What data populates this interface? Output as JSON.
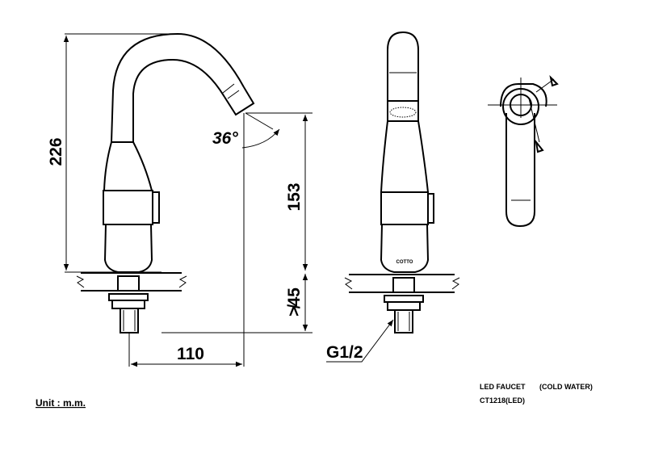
{
  "dimensions": {
    "overall_height": "226",
    "spout_height": "153",
    "max_deck_thickness": "≯45",
    "reach": "110",
    "spout_angle": "36°",
    "thread": "G1/2"
  },
  "product": {
    "name": "LED FAUCET",
    "water_type": "(COLD WATER)",
    "model": "CT1218(LED)",
    "brand_mark": "COTTO"
  },
  "unit": "Unit : m.m.",
  "colors": {
    "line": "#000000",
    "paper": "#ffffff"
  }
}
